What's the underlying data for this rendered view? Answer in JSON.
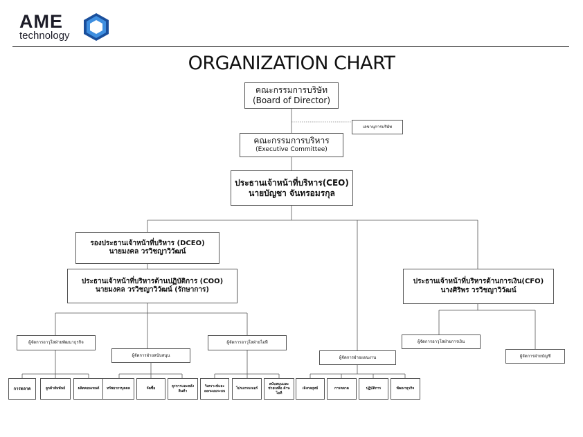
{
  "logo": {
    "word": "AME",
    "sub": "technology"
  },
  "title": "ORGANIZATION CHART",
  "board": {
    "thai": "คณะกรรมการบริษัท",
    "eng": "(Board of Director)"
  },
  "secretary": "เลขานุการบริษัท",
  "exec_committee": {
    "thai": "คณะกรรมการบริหาร",
    "eng": "(Executive Committee)"
  },
  "ceo": {
    "title": "ประธานเจ้าหน้าที่บริหาร(CEO)",
    "name": "นายบัญชา  จันทรอมรกุล"
  },
  "dceo": {
    "title": "รองประธานเจ้าหน้าที่บริหาร (DCEO)",
    "name": "นายมงคล  วรวิชญาวิวัฒน์"
  },
  "coo": {
    "title": "ประธานเจ้าหน้าที่บริหารด้านปฏิบัติการ (COO)",
    "name": "นายมงคล  วรวิชญาวิวัฒน์ (รักษาการ)"
  },
  "cfo": {
    "title": "ประธานเจ้าหน้าที่บริหารด้านการเงิน(CFO)",
    "name": "นางศิริพร  วรวิชญาวิวัฒน์"
  },
  "managers": {
    "biz_dev": "ผู้จัดการอาวุโสฝ่ายพัฒนาธุรกิจ",
    "support": "ผู้จัดการฝ่ายสนับสนุน",
    "it": "ผู้จัดการอาวุโสฝ่ายไอที",
    "planning": "ผู้จัดการฝ่ายแผนงาน",
    "finance": "ผู้จัดการอาวุโสฝ่ายการเงิน",
    "accounting": "ผู้จัดการฝ่ายบัญชี"
  },
  "units": {
    "biz_dev": [
      "การตลาด",
      "ลูกค้าสัมพันธ์",
      "ผลิตคอนเทนต์"
    ],
    "support": [
      "ทรัพยากรบุคคล",
      "จัดซื้อ",
      "ธุรการและคลังสินค้า"
    ],
    "it": [
      "วิเคราะห์และ ออกแบบระบบ",
      "โปรแกรมเมอร์",
      "สนับสนุนและ ช่วยเหลือ ด้านไอที"
    ],
    "planning": [
      "เลิงกลยุทธ์",
      "การตลาด",
      "ปฏิบัติการ",
      "พัฒนาธุรกิจ"
    ]
  },
  "colors": {
    "brand": "#1a4f9c",
    "line": "#555555",
    "text": "#111111"
  }
}
